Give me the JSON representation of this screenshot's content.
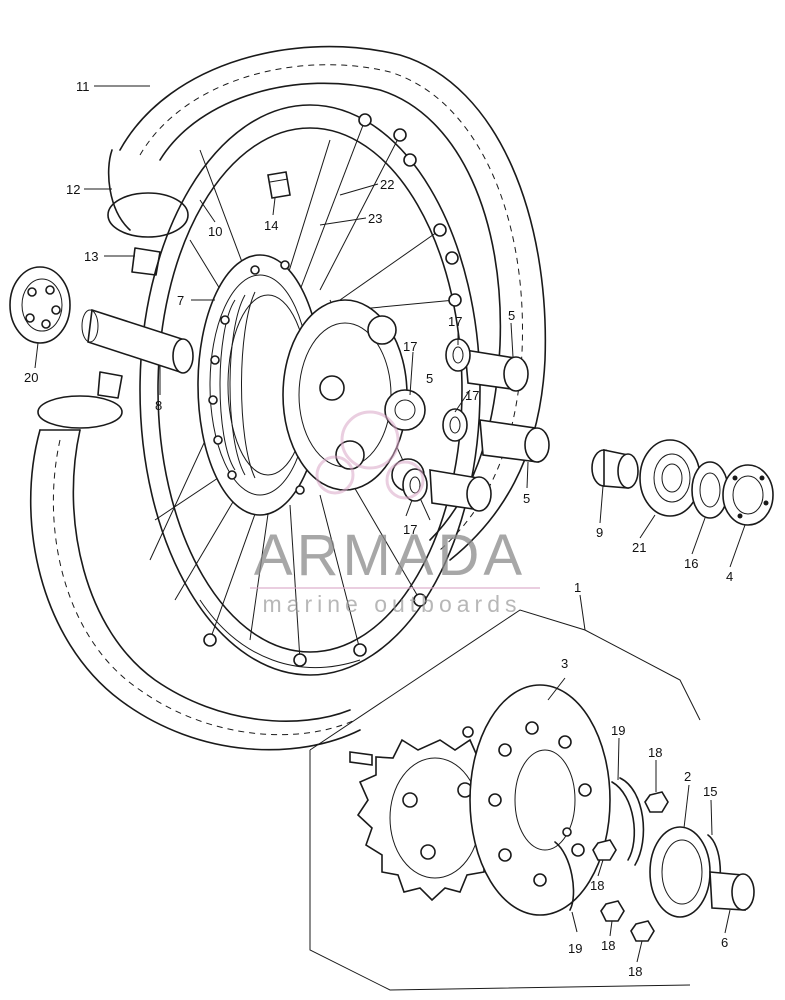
{
  "diagram": {
    "callouts": [
      {
        "id": "c11",
        "text": "11"
      },
      {
        "id": "c12",
        "text": "12"
      },
      {
        "id": "c13",
        "text": "13"
      },
      {
        "id": "c10",
        "text": "10"
      },
      {
        "id": "c14",
        "text": "14"
      },
      {
        "id": "c22",
        "text": "22"
      },
      {
        "id": "c23",
        "text": "23"
      },
      {
        "id": "c7",
        "text": "7"
      },
      {
        "id": "c20",
        "text": "20"
      },
      {
        "id": "c8",
        "text": "8"
      },
      {
        "id": "c17a",
        "text": "17"
      },
      {
        "id": "c17b",
        "text": "17"
      },
      {
        "id": "c17c",
        "text": "17"
      },
      {
        "id": "c17d",
        "text": "17"
      },
      {
        "id": "c5a",
        "text": "5"
      },
      {
        "id": "c5b",
        "text": "5"
      },
      {
        "id": "c5c",
        "text": "5"
      },
      {
        "id": "c9",
        "text": "9"
      },
      {
        "id": "c21",
        "text": "21"
      },
      {
        "id": "c16",
        "text": "16"
      },
      {
        "id": "c4",
        "text": "4"
      },
      {
        "id": "c1",
        "text": "1"
      },
      {
        "id": "c3",
        "text": "3"
      },
      {
        "id": "c19a",
        "text": "19"
      },
      {
        "id": "c19b",
        "text": "19"
      },
      {
        "id": "c18a",
        "text": "18"
      },
      {
        "id": "c18b",
        "text": "18"
      },
      {
        "id": "c18c",
        "text": "18"
      },
      {
        "id": "c18d",
        "text": "18"
      },
      {
        "id": "c2",
        "text": "2"
      },
      {
        "id": "c15",
        "text": "15"
      },
      {
        "id": "c6",
        "text": "6"
      }
    ]
  },
  "watermark": {
    "brand": "ARMADA",
    "tagline": "marine outboards",
    "accent_color": "#d9a7c7"
  }
}
